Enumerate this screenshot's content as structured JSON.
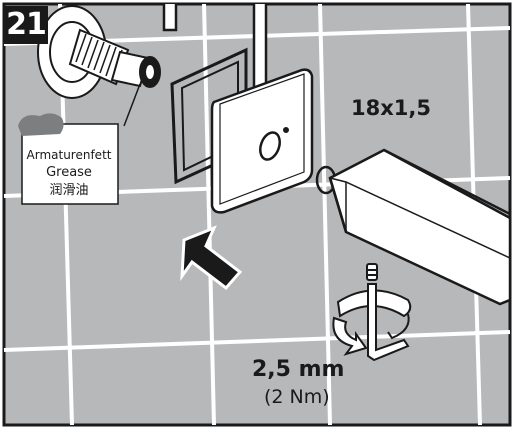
{
  "step": {
    "number": "21"
  },
  "labels": {
    "thread_size": "18x1,5",
    "grease": [
      "Armaturenfett",
      "Grease",
      "润滑油"
    ],
    "hex_key_size": "2,5 mm",
    "torque": "(2 Nm)"
  },
  "icons": [
    "hex-key-icon",
    "rotate-arrow-icon",
    "push-arrow-icon",
    "grease-blob-icon",
    "o-ring-icon"
  ],
  "colors": {
    "tile": "#b7b8ba",
    "grout": "#ffffff",
    "ink": "#1a1a1a",
    "part": "#ffffff"
  }
}
